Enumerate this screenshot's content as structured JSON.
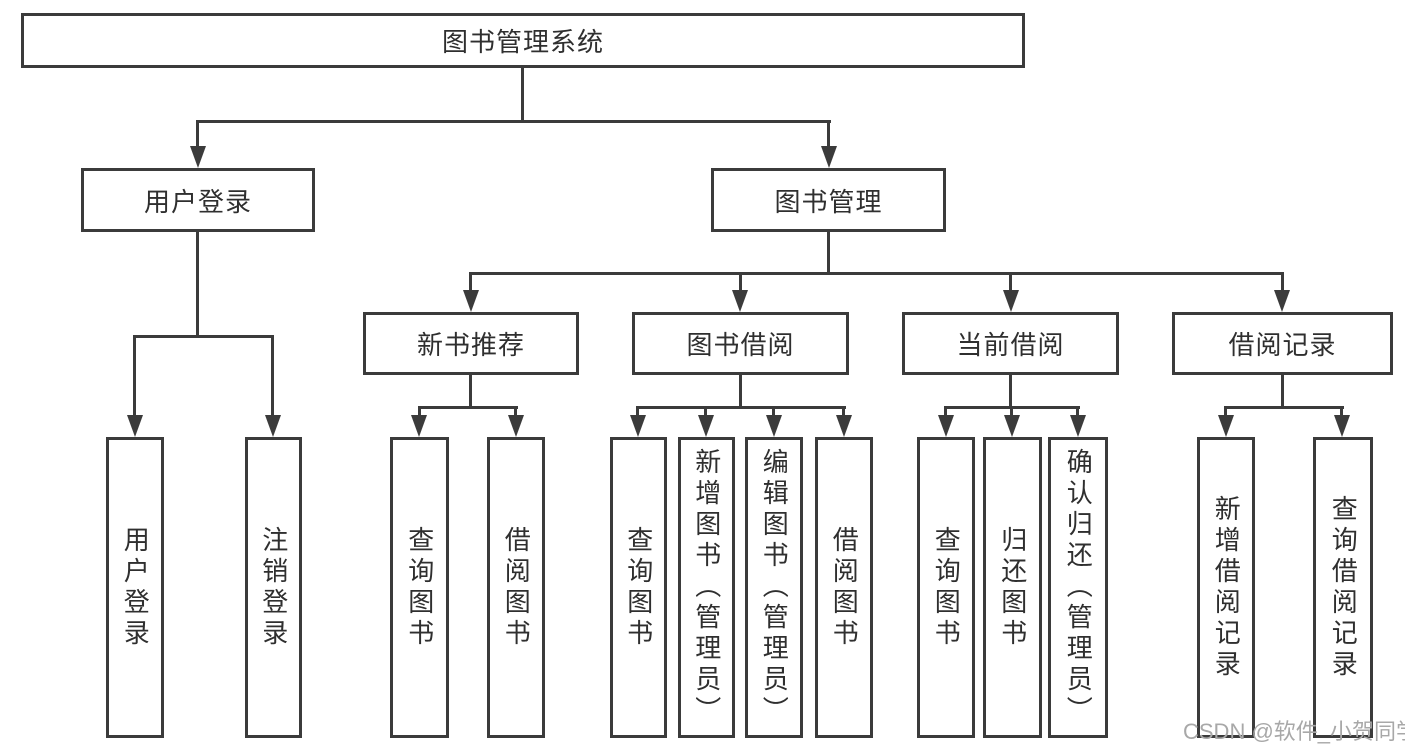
{
  "diagram": {
    "type": "hierarchy",
    "tree": {
      "label": "图书管理系统",
      "children": [
        {
          "label": "用户登录",
          "children": [
            {
              "label": "用户登录"
            },
            {
              "label": "注销登录"
            }
          ]
        },
        {
          "label": "图书管理",
          "children": [
            {
              "label": "新书推荐",
              "children": [
                {
                  "label": "查询图书"
                },
                {
                  "label": "借阅图书"
                }
              ]
            },
            {
              "label": "图书借阅",
              "children": [
                {
                  "label": "查询图书"
                },
                {
                  "label": "新增图书（管理员）"
                },
                {
                  "label": "编辑图书（管理员）"
                },
                {
                  "label": "借阅图书"
                }
              ]
            },
            {
              "label": "当前借阅",
              "children": [
                {
                  "label": "查询图书"
                },
                {
                  "label": "归还图书"
                },
                {
                  "label": "确认归还（管理员）"
                }
              ]
            },
            {
              "label": "借阅记录",
              "children": [
                {
                  "label": "新增借阅记录"
                },
                {
                  "label": "查询借阅记录"
                }
              ]
            }
          ]
        }
      ]
    },
    "colors": {
      "line": "#3b3b3b",
      "text": "#2f2f2f",
      "box_background": "#ffffff",
      "page_background": "#ffffff",
      "watermark": "#a8a8a8"
    }
  },
  "watermark": {
    "text": "CSDN @软件_小贺同学"
  }
}
